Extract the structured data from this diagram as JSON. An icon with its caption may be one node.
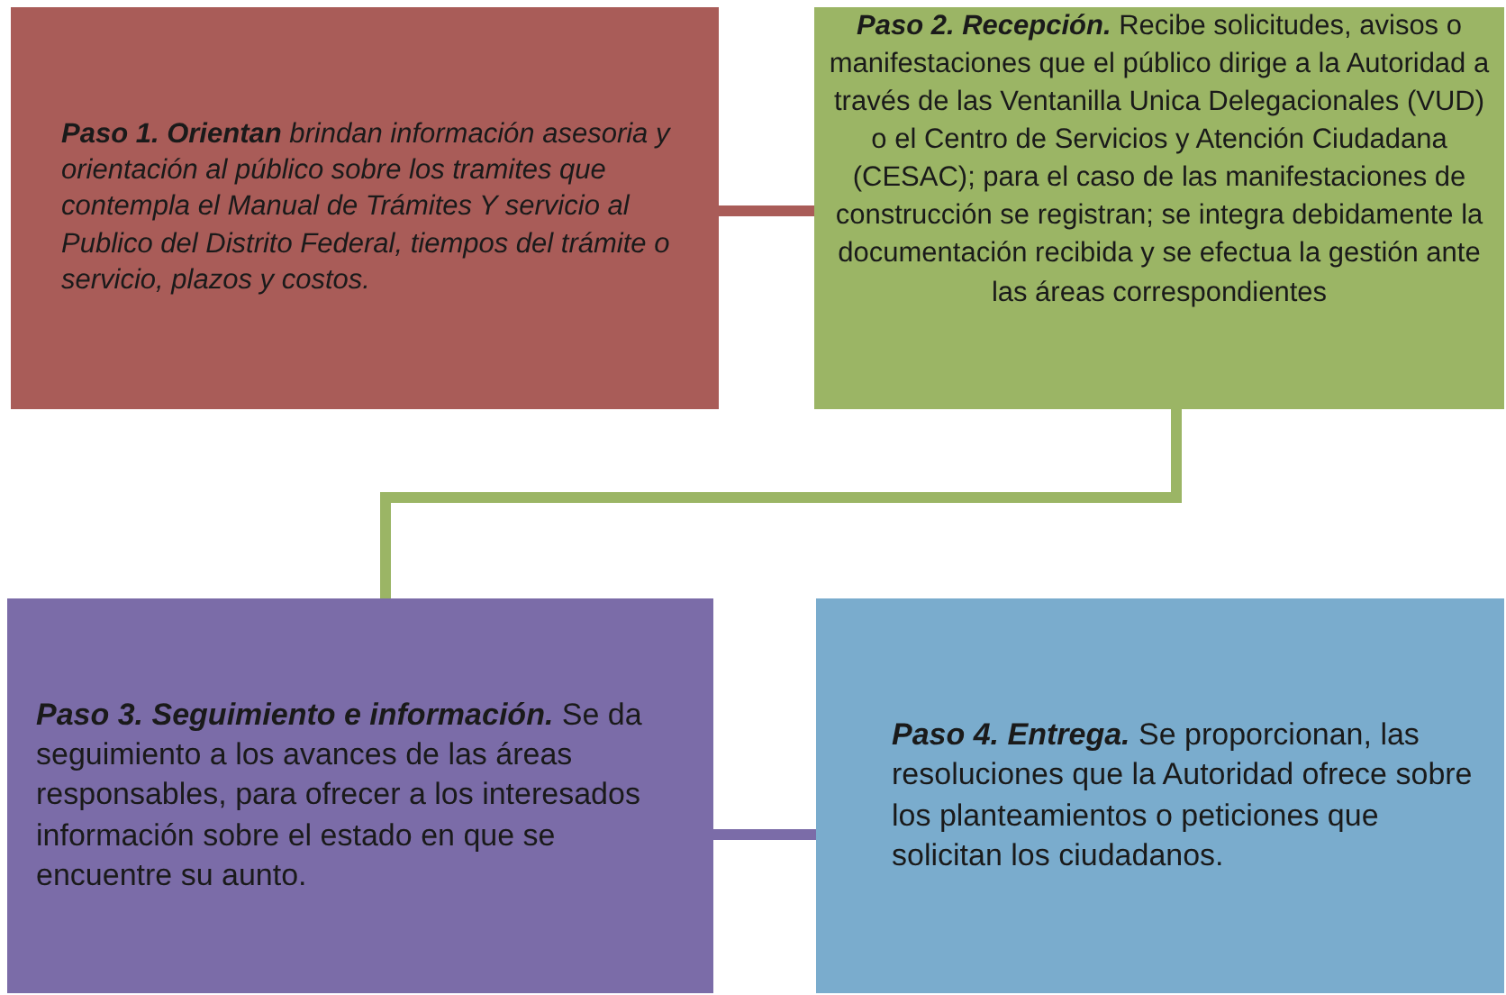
{
  "diagram": {
    "nodes": [
      {
        "text": [
          "**Paso 1. Orientan** *brindan información asesoria y orientación al público sobre los tramites que contempla el Manual de Trámites Y servicio al Publico del Distrito Federal, tiempos del trámite o servicio, plazos y costos.*"
        ]
      },
      {
        "text": [
          "**Paso 2. Recepción.** Recibe solicitudes, avisos o manifestaciones que el público dirige a la Autoridad a través de las Ventanilla Unica Delegacionales (VUD) o el Centro de Servicios y Atención Ciudadana (CESAC); para el caso de las manifestaciones de construcción se registran; se integra debidamente la documentación recibida y se efectua la gestión ante las áreas correspondientes"
        ]
      },
      {
        "text": [
          "**Paso 3. Seguimiento e información.** Se da seguimiento a los avances de las áreas responsables, para ofrecer a los interesados información sobre el estado en que se encuentre su aunto."
        ]
      },
      {
        "text": [
          "**Paso 4. Entrega.** Se proporcionan, las resoluciones que la Autoridad ofrece sobre los planteamientos o peticiones que solicitan los ciudadanos."
        ]
      }
    ],
    "edges": [
      {
        "from": 0,
        "to": 1,
        "arrow": "none",
        "color": "#a95c58"
      },
      {
        "from": 1,
        "to": 2,
        "arrow": "none",
        "color": "#9bb565"
      },
      {
        "from": 2,
        "to": 3,
        "arrow": "none",
        "color": "#7b6ca8"
      }
    ]
  }
}
